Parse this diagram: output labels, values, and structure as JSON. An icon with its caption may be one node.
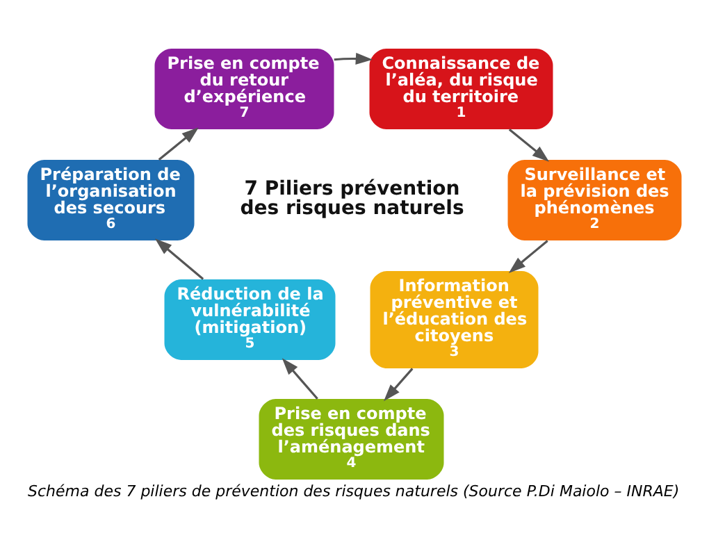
{
  "diagram": {
    "title": "7 Piliers prévention des risques naturels",
    "caption": "Schéma des 7 piliers de prévention des risques naturels (Source P.Di Maiolo – INRAE)",
    "nodes": [
      {
        "text": [
          "Connaissance de l’aléa, du risque du territoire",
          "1"
        ]
      },
      {
        "text": [
          "Surveillance et la prévision des phénomènes",
          "2"
        ]
      },
      {
        "text": [
          "Information préventive et l’éducation des citoyens",
          "3"
        ]
      },
      {
        "text": [
          "Prise en compte des risques dans l’aménagement",
          "4"
        ]
      },
      {
        "text": [
          "Réduction de la vulnérabilité (mitigation)",
          "5"
        ]
      },
      {
        "text": [
          "Préparation de l’organisation des secours",
          "6"
        ]
      },
      {
        "text": [
          "Prise en compte du retour d’expérience",
          "7"
        ]
      }
    ],
    "edges": [
      {
        "from": 0,
        "to": 1,
        "arrow": "to"
      },
      {
        "from": 1,
        "to": 2,
        "arrow": "to"
      },
      {
        "from": 2,
        "to": 3,
        "arrow": "to"
      },
      {
        "from": 3,
        "to": 4,
        "arrow": "to"
      },
      {
        "from": 4,
        "to": 5,
        "arrow": "to"
      },
      {
        "from": 5,
        "to": 6,
        "arrow": "to"
      },
      {
        "from": 6,
        "to": 0,
        "arrow": "to"
      }
    ]
  }
}
